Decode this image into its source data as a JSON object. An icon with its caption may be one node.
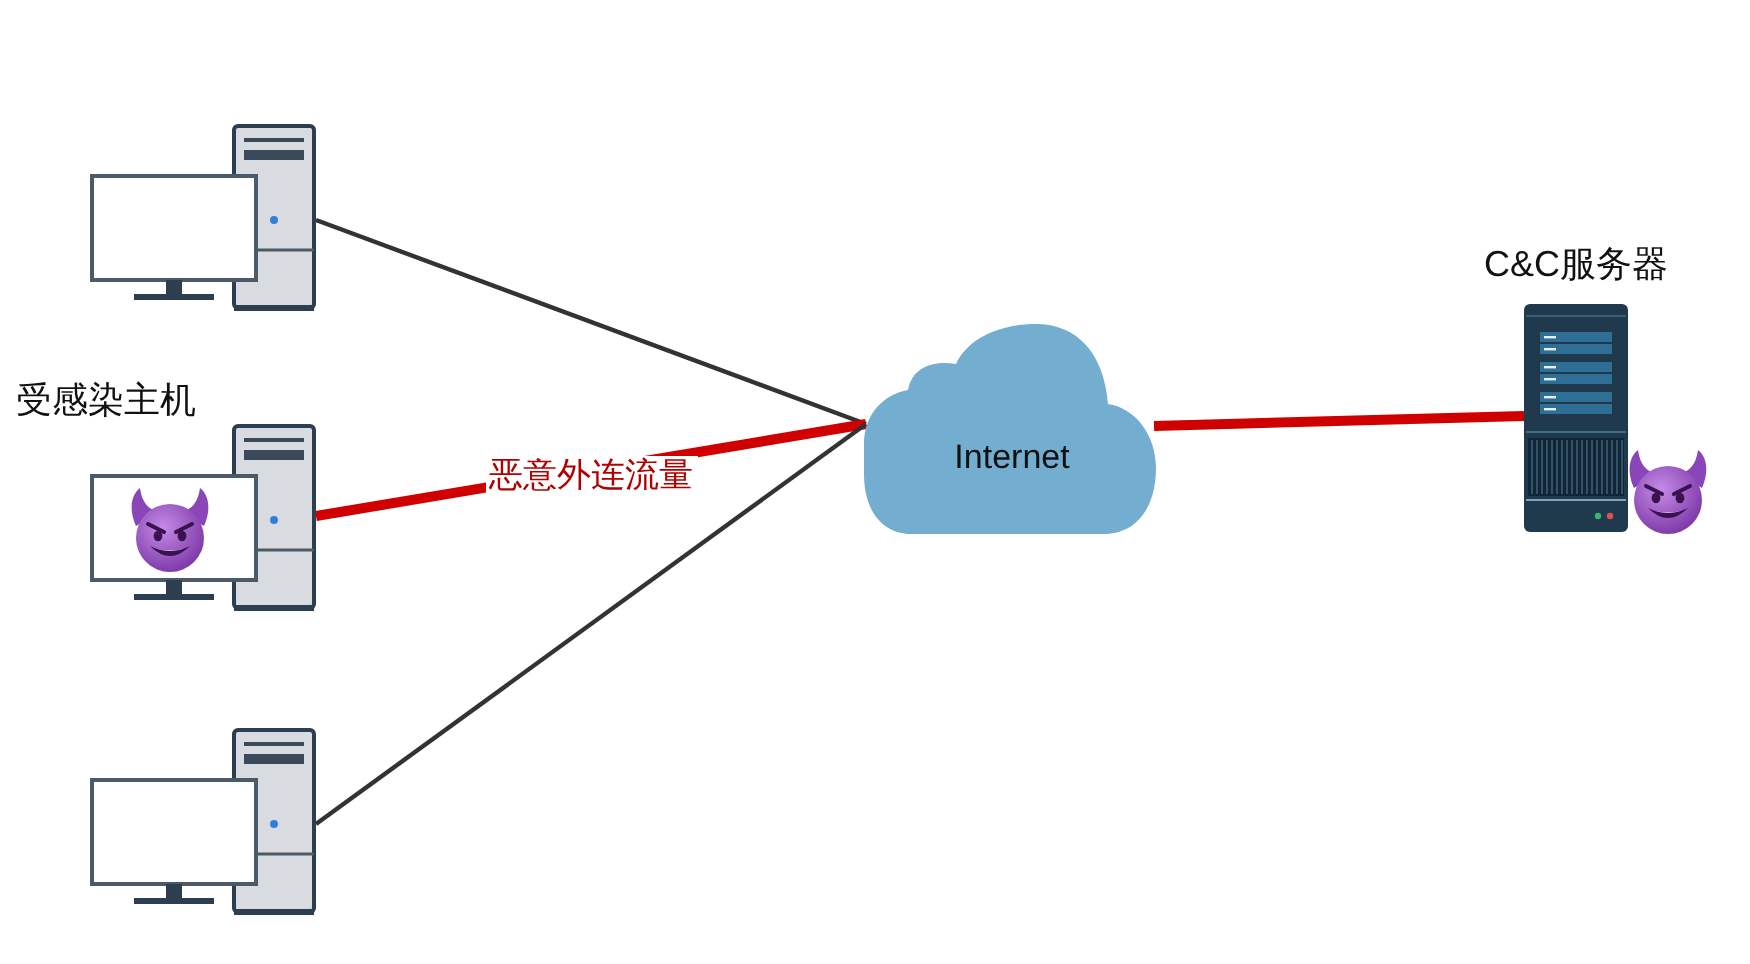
{
  "diagram": {
    "nodes": [
      {
        "text": [],
        "shape": "picture"
      },
      {
        "text": [],
        "shape": "picture",
        "beside": [
          "受感染主机"
        ]
      },
      {
        "text": [],
        "shape": "picture"
      },
      {
        "text": [
          "Internet"
        ]
      },
      {
        "text": [],
        "shape": "picture",
        "beside": [
          "C&C服务器"
        ]
      }
    ],
    "edges": [
      {
        "from": 0,
        "to": 3,
        "arrow": "none"
      },
      {
        "from": 1,
        "to": 3,
        "arrow": "none",
        "label": "恶意外连流量",
        "style": "thick",
        "color": "#d00000"
      },
      {
        "from": 2,
        "to": 3,
        "arrow": "none"
      },
      {
        "from": 3,
        "to": 4,
        "arrow": "none",
        "style": "thick",
        "color": "#d00000"
      }
    ]
  }
}
